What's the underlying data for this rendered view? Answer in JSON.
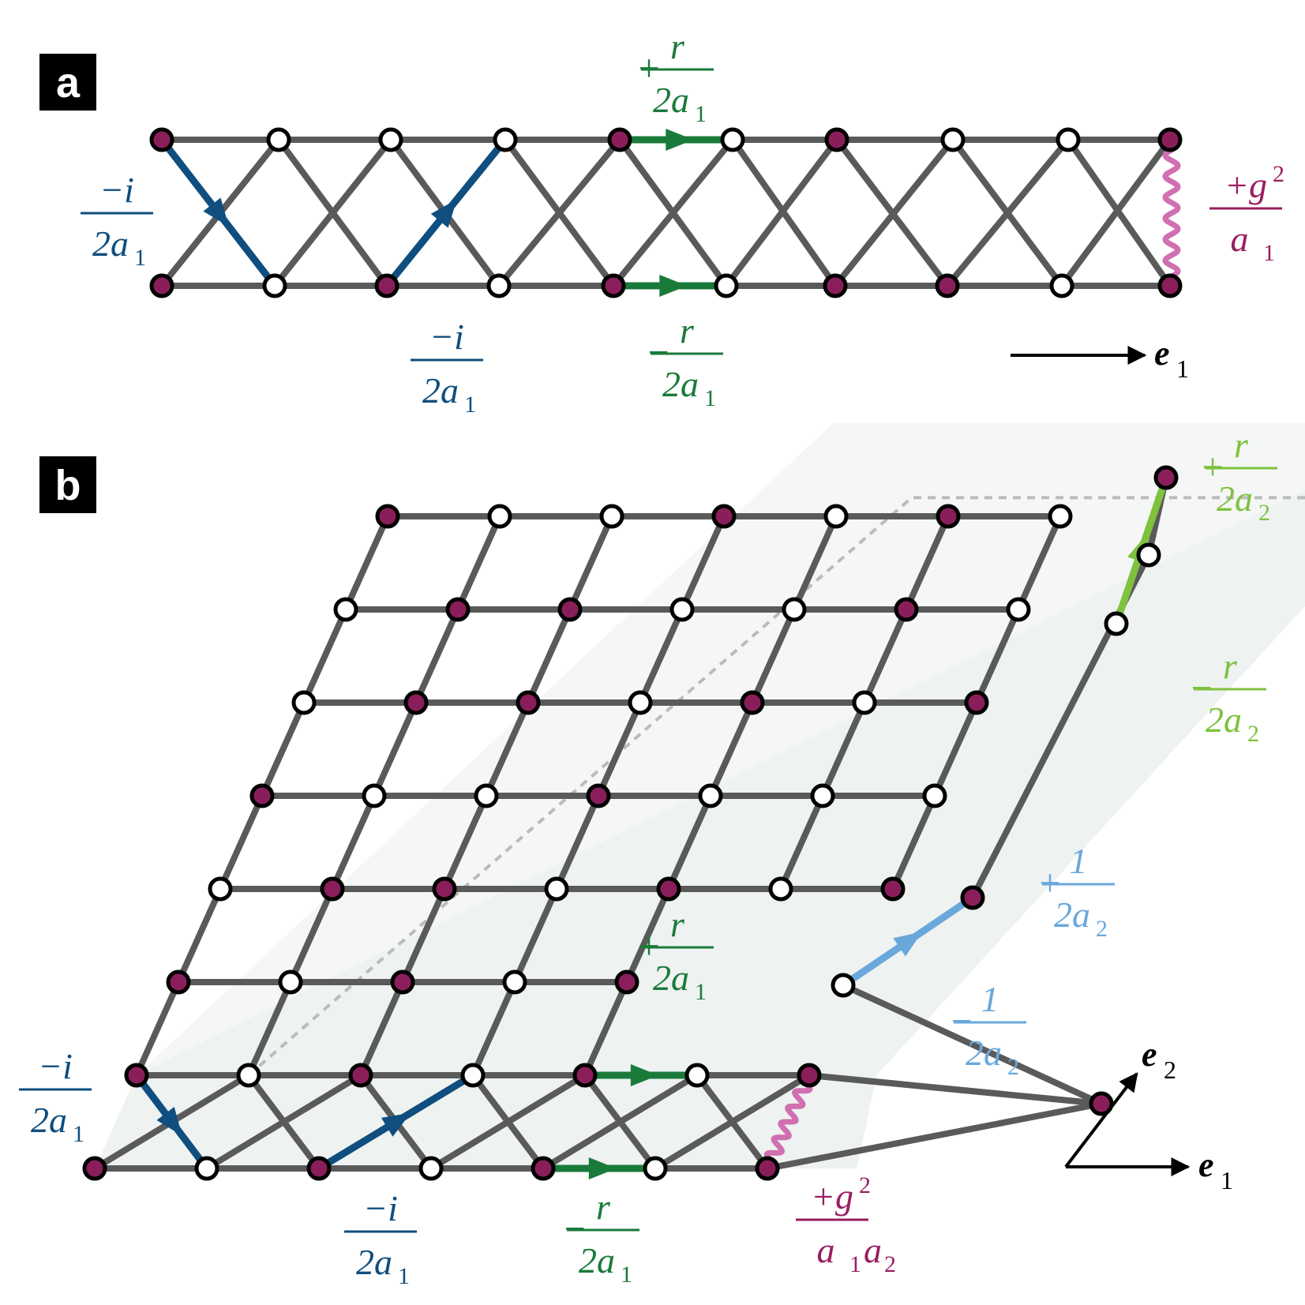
{
  "colors": {
    "edge": "#5a5a5a",
    "filled_node": "#8a1e5a",
    "open_node": "#ffffff",
    "node_stroke": "#000000",
    "dark_blue": "#0f4e7e",
    "green": "#1a7a3a",
    "light_green": "#7ec23e",
    "light_blue": "#6aa8dc",
    "magenta": "#9a1e60",
    "wavy": "#d070b0",
    "face": "#eef2f1"
  },
  "panels": [
    {
      "label": "a"
    },
    {
      "label": "b"
    }
  ],
  "axes": {
    "a": {
      "e1": "e",
      "e1_sub": "1"
    },
    "b": {
      "e1": "e",
      "e1_sub": "1",
      "e2": "e",
      "e2_sub": "2"
    }
  },
  "labels": {
    "a_top_r": {
      "sign": "+",
      "num": "r",
      "den": "2a",
      "den_sub": "1"
    },
    "a_bot_r": {
      "sign": "−",
      "num": "r",
      "den": "2a",
      "den_sub": "1"
    },
    "a_left_i": {
      "sign": "",
      "num": "−i",
      "den": "2a",
      "den_sub": "1"
    },
    "a_bot_i": {
      "sign": "",
      "num": "−i",
      "den": "2a",
      "den_sub": "1"
    },
    "a_g": {
      "sign": "",
      "num": "+g",
      "num_sup": "2",
      "den": "a",
      "den_sub": "1"
    },
    "b_left_i": {
      "sign": "",
      "num": "−i",
      "den": "2a",
      "den_sub": "1"
    },
    "b_bot_i": {
      "sign": "",
      "num": "−i",
      "den": "2a",
      "den_sub": "1"
    },
    "b_mid_r": {
      "sign": "+",
      "num": "r",
      "den": "2a",
      "den_sub": "1"
    },
    "b_bot_r": {
      "sign": "−",
      "num": "r",
      "den": "2a",
      "den_sub": "1"
    },
    "b_g": {
      "sign": "",
      "num": "+g",
      "num_sup": "2",
      "den": "a",
      "den_sub": "1",
      "den2": "a",
      "den2_sub": "2"
    },
    "b_top_r2": {
      "sign": "+",
      "num": "r",
      "den": "2a",
      "den_sub": "2"
    },
    "b_mid_r2": {
      "sign": "−",
      "num": "r",
      "den": "2a",
      "den_sub": "2"
    },
    "b_plus_one": {
      "sign": "+",
      "num": "1",
      "den": "2a",
      "den_sub": "2"
    },
    "b_minus_one": {
      "sign": "−",
      "num": "1",
      "den": "2a",
      "den_sub": "2"
    }
  }
}
